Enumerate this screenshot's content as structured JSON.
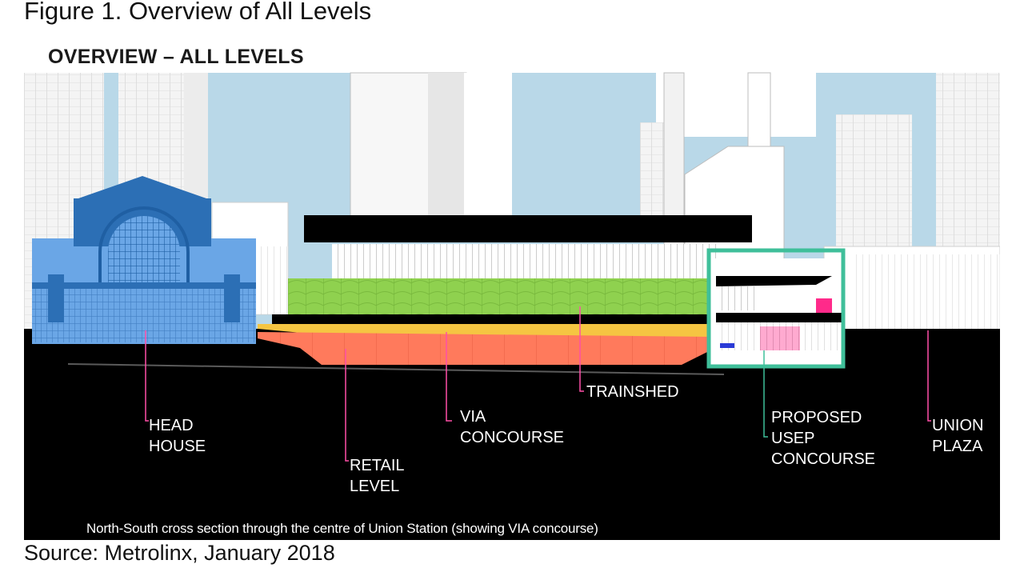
{
  "figure": {
    "title": "Figure 1. Overview of All Levels",
    "source": "Source: Metrolinx, January 2018"
  },
  "panel": {
    "title": "OVERVIEW – ALL LEVELS",
    "caption": "North-South cross section through the centre of Union Station (showing VIA concourse)"
  },
  "labels": {
    "head_house": {
      "line1": "HEAD",
      "line2": "HOUSE"
    },
    "retail_level": {
      "line1": "RETAIL",
      "line2": "LEVEL"
    },
    "via_concourse": {
      "line1": "VIA",
      "line2": "CONCOURSE"
    },
    "trainshed": {
      "line1": "TRAINSHED"
    },
    "usep_concourse": {
      "line1": "PROPOSED",
      "line2": "USEP",
      "line3": "CONCOURSE"
    },
    "union_plaza": {
      "line1": "UNION",
      "line2": "PLAZA"
    }
  },
  "colors": {
    "sky": "#b9d8e8",
    "ground": "#000000",
    "head_house": "#6aa6e6",
    "head_house_dark": "#2c6fb5",
    "trainshed": "#8fd14f",
    "via_concourse": "#f5c542",
    "retail_level": "#ff7a5c",
    "usep_box": "#3fbf9a",
    "usep_accent": "#ff2a8a",
    "leader_line": "#ff4fa8"
  }
}
